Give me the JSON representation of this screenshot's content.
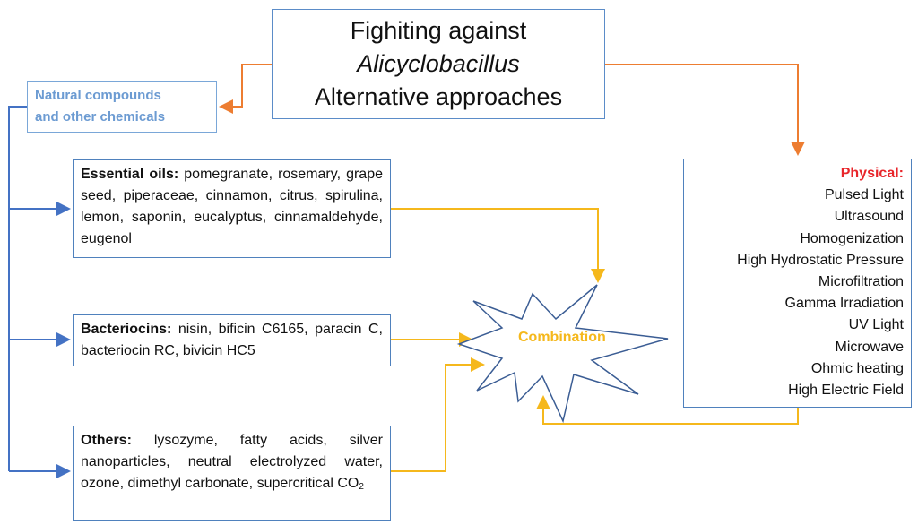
{
  "title": {
    "line1": "Fighiting against",
    "line2": "Alicyclobacillus",
    "line3": "Alternative approaches"
  },
  "natural": {
    "line1": "Natural compounds",
    "line2": "and other chemicals"
  },
  "essential_oils": {
    "label": "Essential oils:",
    "text": "pomegranate, rosemary, grape seed, piperaceae, cinnamon, citrus, spirulina, lemon, saponin, eucalyptus, cinnamaldehyde, eugenol"
  },
  "bacteriocins": {
    "label": "Bacteriocins:",
    "text": "nisin, bificin C6165, paracin C, bacteriocin RC, bivicin HC5"
  },
  "others": {
    "label": "Others:",
    "text": "lysozyme, fatty acids, silver nanoparticles, neutral electrolyzed water, ozone, dimethyl carbonate, supercritical CO",
    "subscript": "2"
  },
  "physical": {
    "title": "Physical:",
    "items": [
      "Pulsed Light",
      "Ultrasound",
      "Homogenization",
      "High Hydrostatic Pressure",
      "Microfiltration",
      "Gamma Irradiation",
      "UV Light",
      "Microwave",
      "Ohmic heating",
      "High Electric Field"
    ]
  },
  "combination": {
    "label": "Combination"
  },
  "colors": {
    "orange": "#ed7d31",
    "blue": "#4472c4",
    "gold": "#f5b81c",
    "red": "#e8262b",
    "light_blue_text": "#6c9bd2"
  }
}
